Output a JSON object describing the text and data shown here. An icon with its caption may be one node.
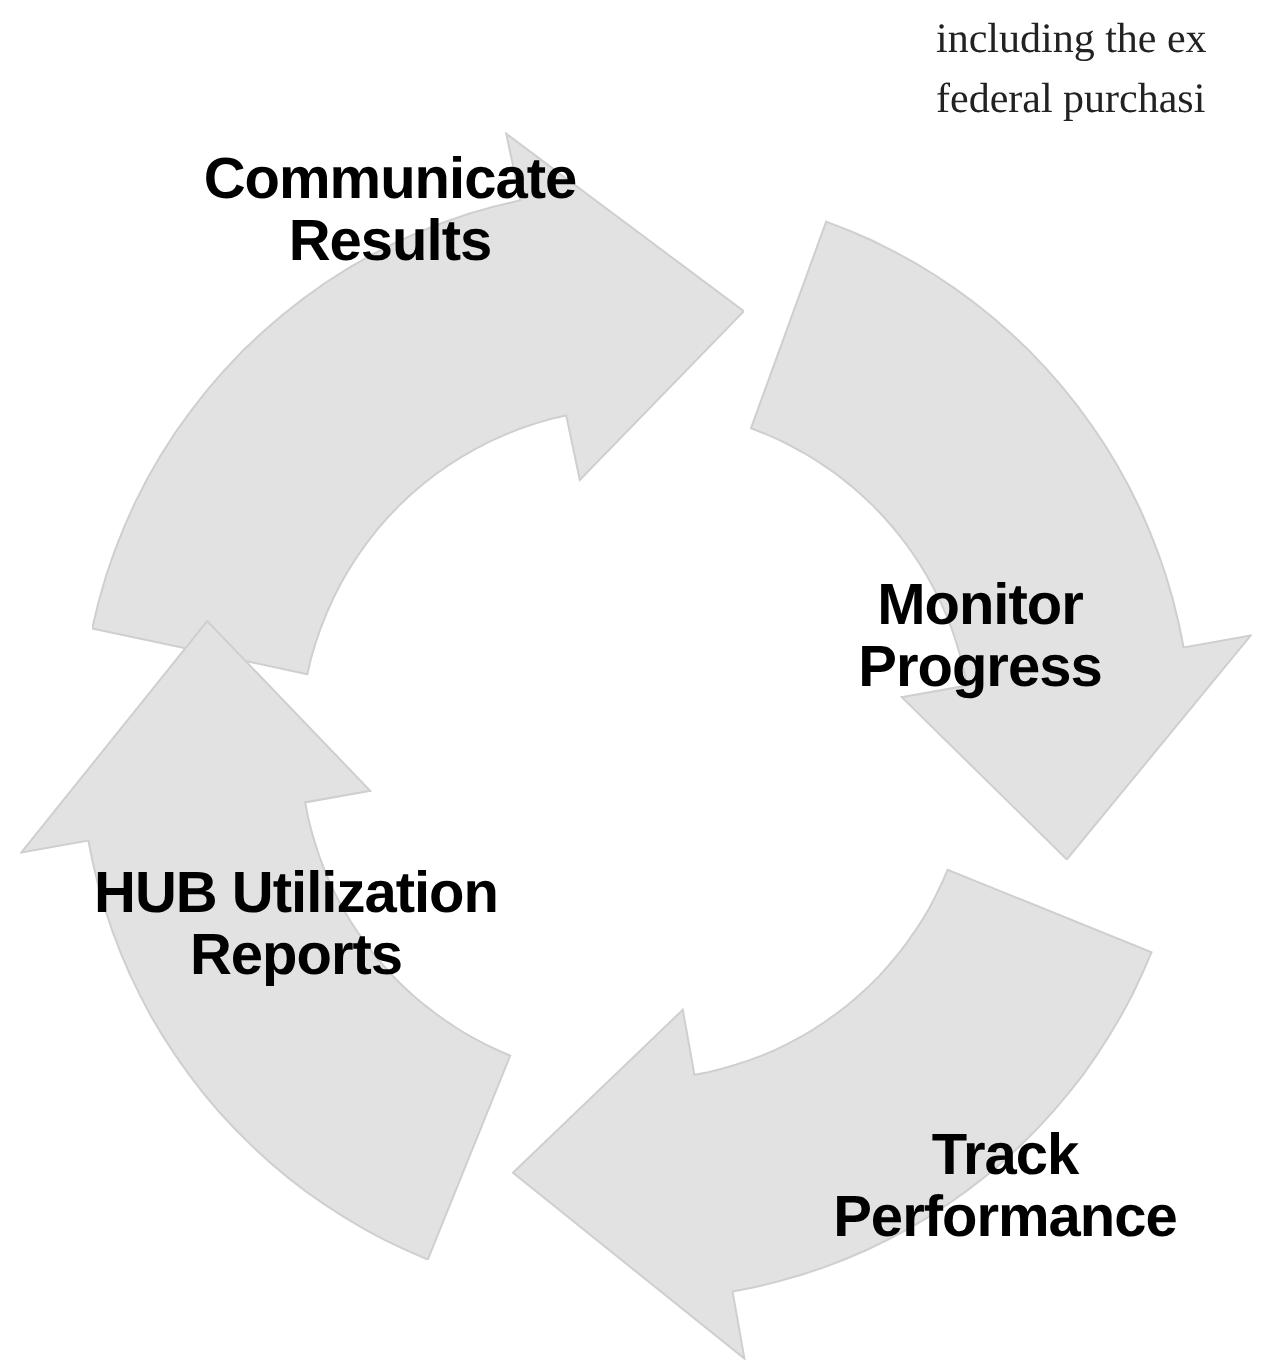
{
  "diagram": {
    "nodes": [
      {
        "text": [
          "Communicate Results"
        ]
      },
      {
        "text": [
          "Monitor Progress"
        ]
      },
      {
        "text": [
          "Track Performance"
        ]
      },
      {
        "text": [
          "HUB Utilization Reports"
        ]
      }
    ],
    "labels": [
      "including the ex federal purchasi"
    ]
  }
}
